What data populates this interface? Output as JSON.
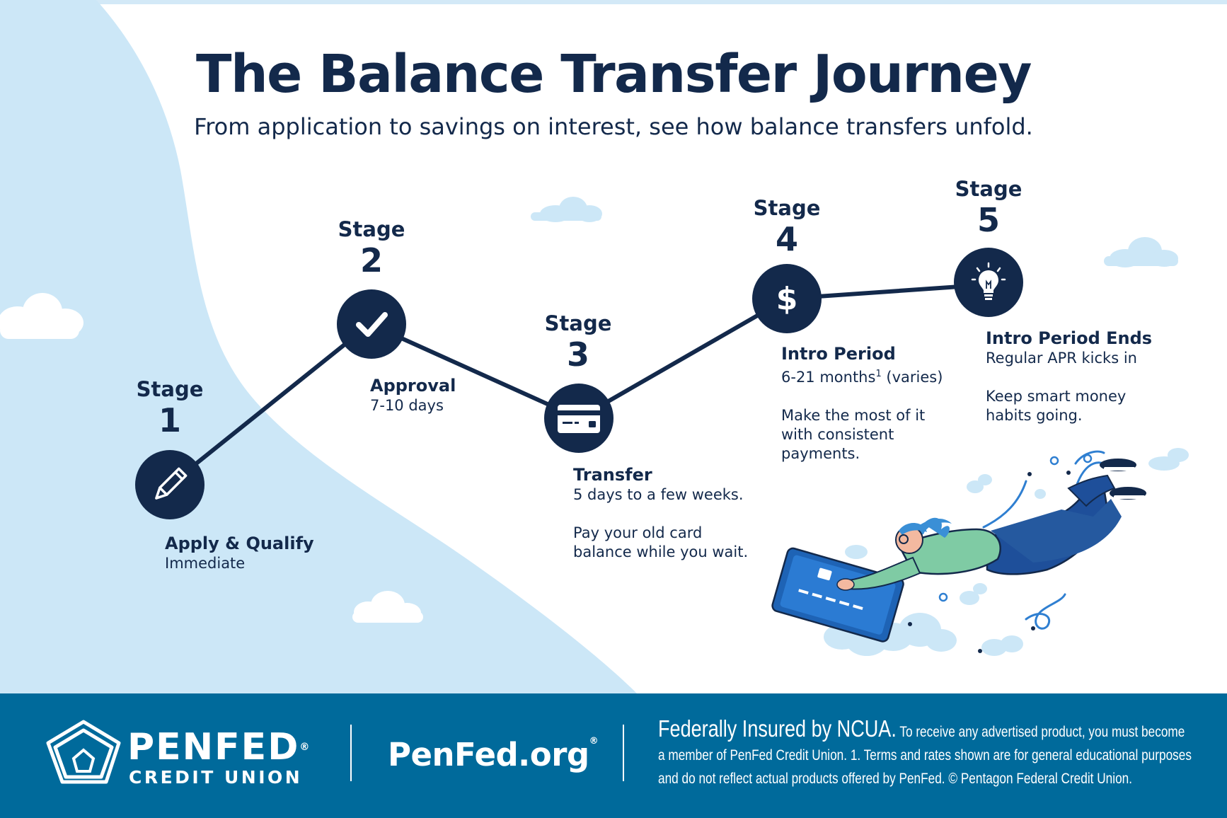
{
  "header": {
    "title": "The Balance Transfer Journey",
    "subtitle": "From application to savings on interest, see how balance transfers unfold."
  },
  "colors": {
    "navy": "#13294b",
    "sky": "#cce7f7",
    "brand_blue": "#006a9b",
    "accent_teal": "#7fcba4"
  },
  "stages": [
    {
      "word": "Stage",
      "number": "1",
      "icon": "pencil-icon",
      "label": "Apply & Qualify",
      "duration": "Immediate"
    },
    {
      "word": "Stage",
      "number": "2",
      "icon": "checkmark-icon",
      "label": "Approval",
      "duration": "7-10 days"
    },
    {
      "word": "Stage",
      "number": "3",
      "icon": "credit-card-icon",
      "label": "Transfer",
      "duration": "5 days to a few weeks.",
      "note": "Pay your old card\nbalance while you wait."
    },
    {
      "word": "Stage",
      "number": "4",
      "icon": "dollar-icon",
      "label": "Intro Period",
      "duration": "6-21 months",
      "duration_sup": "1",
      "duration_suffix": " (varies)",
      "note": "Make the most of it\nwith consistent\npayments."
    },
    {
      "word": "Stage",
      "number": "5",
      "icon": "lightbulb-icon",
      "label": "Intro Period Ends",
      "duration": "Regular APR kicks in",
      "note": "Keep smart money\nhabits going."
    }
  ],
  "illustration": {
    "subject": "person flying on a credit card",
    "icon": "flying-person-illustration"
  },
  "footer": {
    "brand_name": "PENFED",
    "brand_sub": "CREDIT UNION",
    "brand_mark": "®",
    "site": "PenFed.org",
    "site_mark": "®",
    "disclaimer_lead": "Federally Insured by NCUA.",
    "disclaimer_line1": " To receive any advertised product, you must become",
    "disclaimer_line2": "a member of PenFed Credit Union. 1. Terms and rates shown are for general educational purposes",
    "disclaimer_line3": "and do not reflect actual products offered by PenFed. © Pentagon Federal Credit Union."
  }
}
